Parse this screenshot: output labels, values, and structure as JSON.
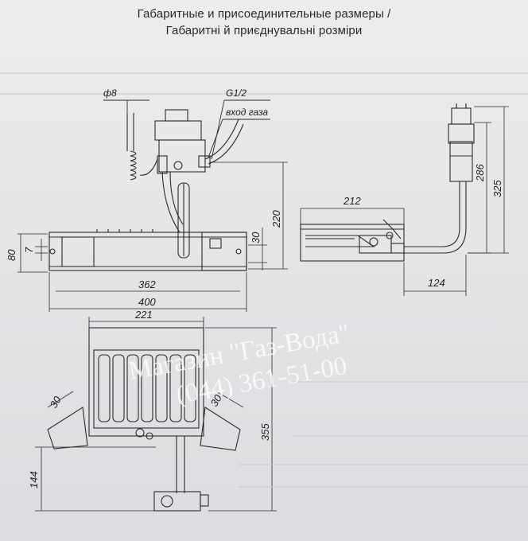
{
  "header": {
    "title_ru": "Габаритные и присоединительные размеры /",
    "title_ua": "Габаритні й приєднувальні розміри"
  },
  "callouts": {
    "diameter": "ф8",
    "thread": "G1/2",
    "gas_inlet": "вход газа"
  },
  "dimensions": {
    "front_height_80": "80",
    "front_offset_7": "7",
    "pipe_offset_30": "30",
    "height_220": "220",
    "width_362": "362",
    "width_400": "400",
    "side_width_212": "212",
    "side_height_286": "286",
    "side_height_325": "325",
    "side_depth_124": "124",
    "plan_width_221": "221",
    "angle_30_left": "30",
    "angle_30_right": "30",
    "plan_height_355": "355",
    "plan_height_144": "144"
  },
  "watermark": {
    "line1": "Магазин \"Газ-Вода\"",
    "line2": "(044) 361-51-00"
  },
  "colors": {
    "paper": "#e6e7e8",
    "ink": "#2a2a2e",
    "watermark": "#ffffff"
  }
}
